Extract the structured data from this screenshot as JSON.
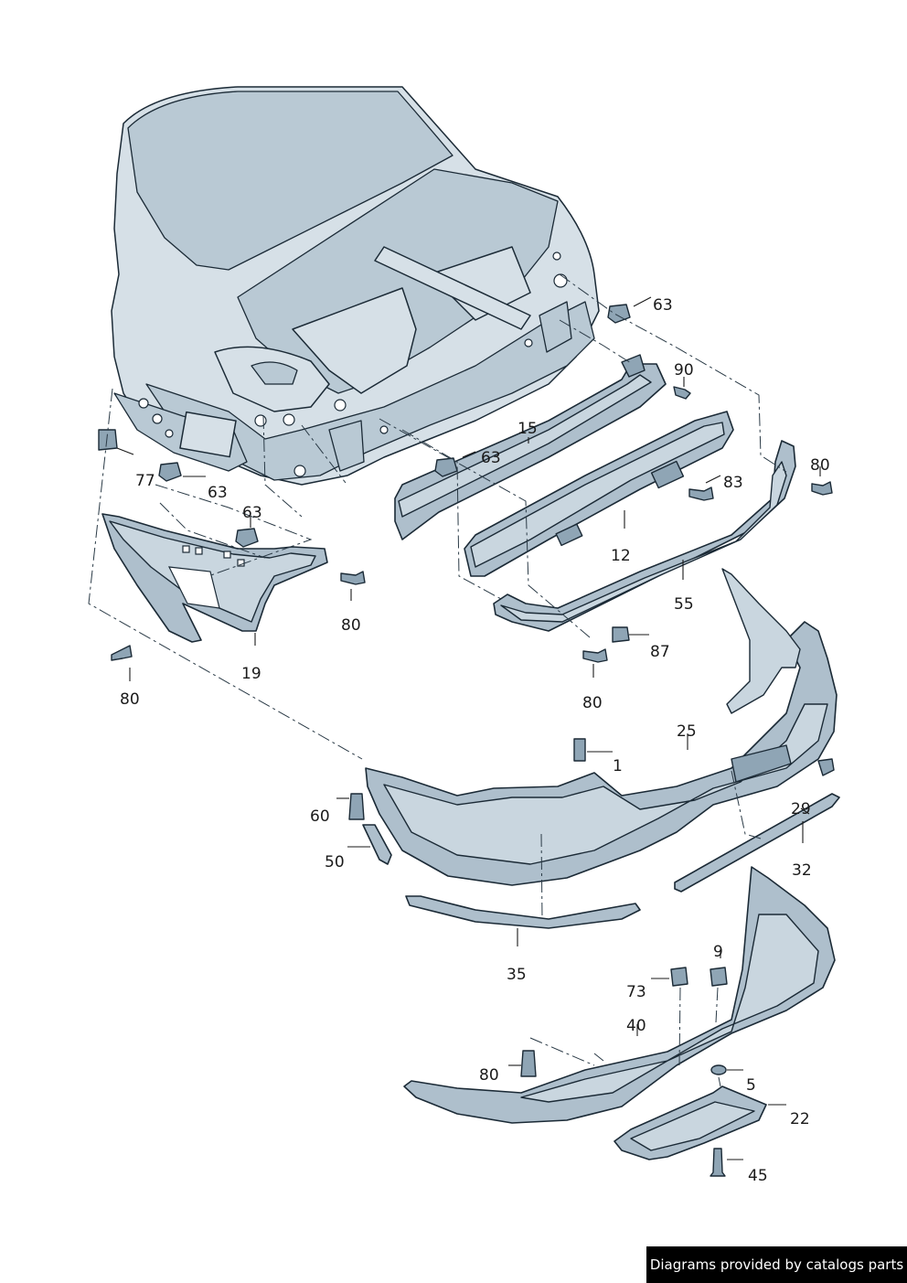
{
  "labels": {
    "l63a": "63",
    "l90": "90",
    "l15": "15",
    "l63b": "63",
    "l80a": "80",
    "l77": "77",
    "l63c": "63",
    "l83": "83",
    "l63d": "63",
    "l12": "12",
    "l55": "55",
    "l80b": "80",
    "l19": "19",
    "l87": "87",
    "l80c": "80",
    "l80d": "80",
    "l25": "25",
    "l1": "1",
    "l60": "60",
    "l29": "29",
    "l50": "50",
    "l32": "32",
    "l35": "35",
    "l9": "9",
    "l73": "73",
    "l40": "40",
    "l80e": "80",
    "l5": "5",
    "l22": "22",
    "l45": "45"
  },
  "credit": "Diagrams provided by catalogs parts",
  "colors": {
    "part_fill": "#aebfcc",
    "outline": "#1b2a36",
    "body_fill": "#d6e0e7"
  }
}
